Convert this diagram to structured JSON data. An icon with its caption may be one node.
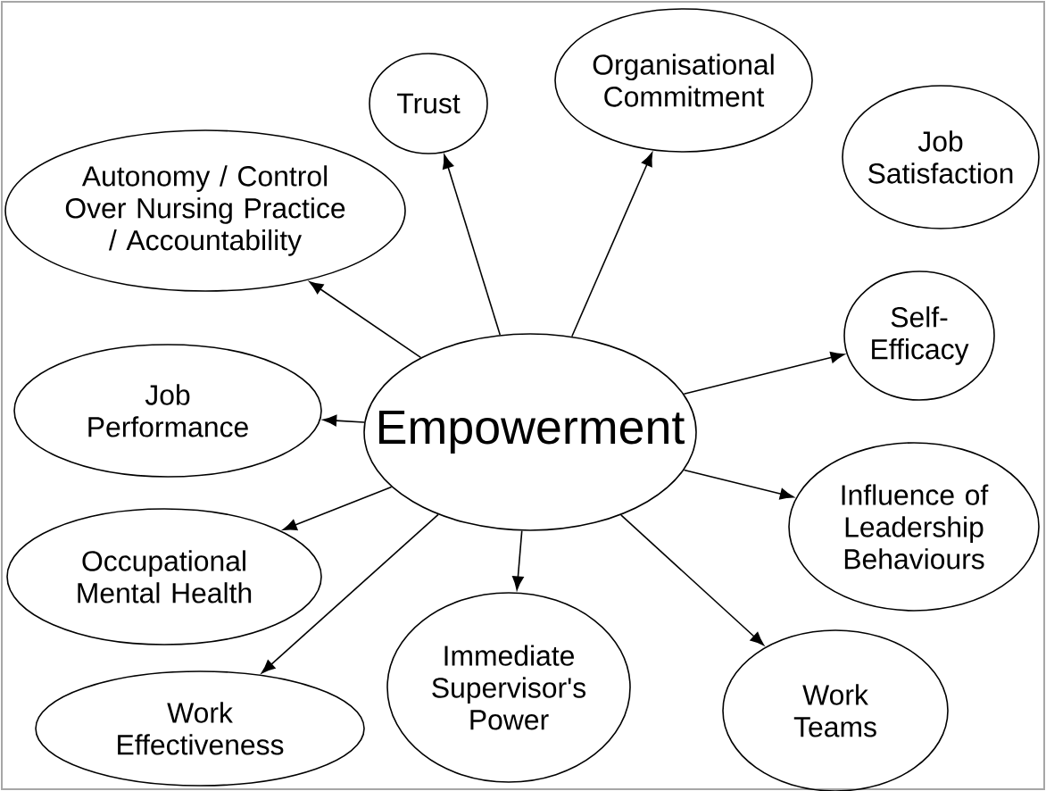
{
  "diagram": {
    "nodes": [
      {
        "text": [
          "Empowerment"
        ]
      },
      {
        "text": [
          "Trust"
        ]
      },
      {
        "text": [
          "Organisational Commitment"
        ]
      },
      {
        "text": [
          "Job Satisfaction"
        ]
      },
      {
        "text": [
          "Autonomy / Control Over Nursing Practice / Accountability"
        ]
      },
      {
        "text": [
          "Self-Efficacy"
        ]
      },
      {
        "text": [
          "Job Performance"
        ]
      },
      {
        "text": [
          "Influence of Leadership Behaviours"
        ]
      },
      {
        "text": [
          "Occupational Mental Health"
        ]
      },
      {
        "text": [
          "Work Effectiveness"
        ]
      },
      {
        "text": [
          "Immediate Supervisor's Power"
        ]
      },
      {
        "text": [
          "Work Teams"
        ]
      }
    ],
    "edges": [
      {
        "from": 0,
        "to": 1,
        "arrow": "to"
      },
      {
        "from": 0,
        "to": 2,
        "arrow": "to"
      },
      {
        "from": 0,
        "to": 4,
        "arrow": "to"
      },
      {
        "from": 0,
        "to": 5,
        "arrow": "to"
      },
      {
        "from": 0,
        "to": 6,
        "arrow": "to"
      },
      {
        "from": 0,
        "to": 7,
        "arrow": "to"
      },
      {
        "from": 0,
        "to": 8,
        "arrow": "to"
      },
      {
        "from": 0,
        "to": 9,
        "arrow": "to"
      },
      {
        "from": 0,
        "to": 10,
        "arrow": "to"
      },
      {
        "from": 0,
        "to": 11,
        "arrow": "to"
      }
    ]
  }
}
